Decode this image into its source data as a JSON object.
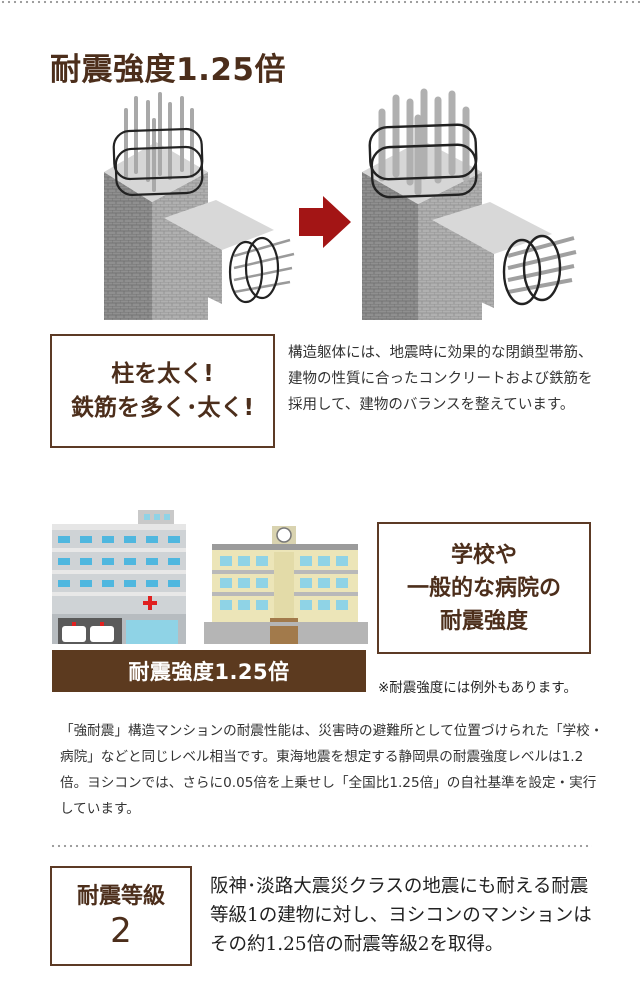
{
  "section1": {
    "title": "耐震強度1.25倍",
    "box_line1": "柱を太く!",
    "box_line2": "鉄筋を多く･太く!",
    "description": "構造躯体には、地震時に効果的な閉鎖型帯筋、建物の性質に合ったコンクリートおよび鉄筋を採用して、建物のバランスを整えています。"
  },
  "section2": {
    "box_line1": "学校や",
    "box_line2": "一般的な病院の",
    "box_line3": "耐震強度",
    "banner": "耐震強度1.25倍",
    "note": "※耐震強度には例外もあります。",
    "description": "「強耐震」構造マンションの耐震性能は、災害時の避難所として位置づけられた「学校・病院」などと同じレベル相当です。東海地震を想定する静岡県の耐震強度レベルは1.2倍。ヨシコンでは、さらに0.05倍を上乗せし「全国比1.25倍」の自社基準を設定・実行しています。"
  },
  "section3": {
    "box_line1": "耐震等級",
    "box_number": "2",
    "description": "阪神･淡路大震災クラスの地震にも耐える耐震等級1の建物に対し、ヨシコンのマンションはその約1.25倍の耐震等級2を取得。"
  },
  "colors": {
    "brown": "#4c2e1b",
    "arrow_red": "#a31515"
  }
}
